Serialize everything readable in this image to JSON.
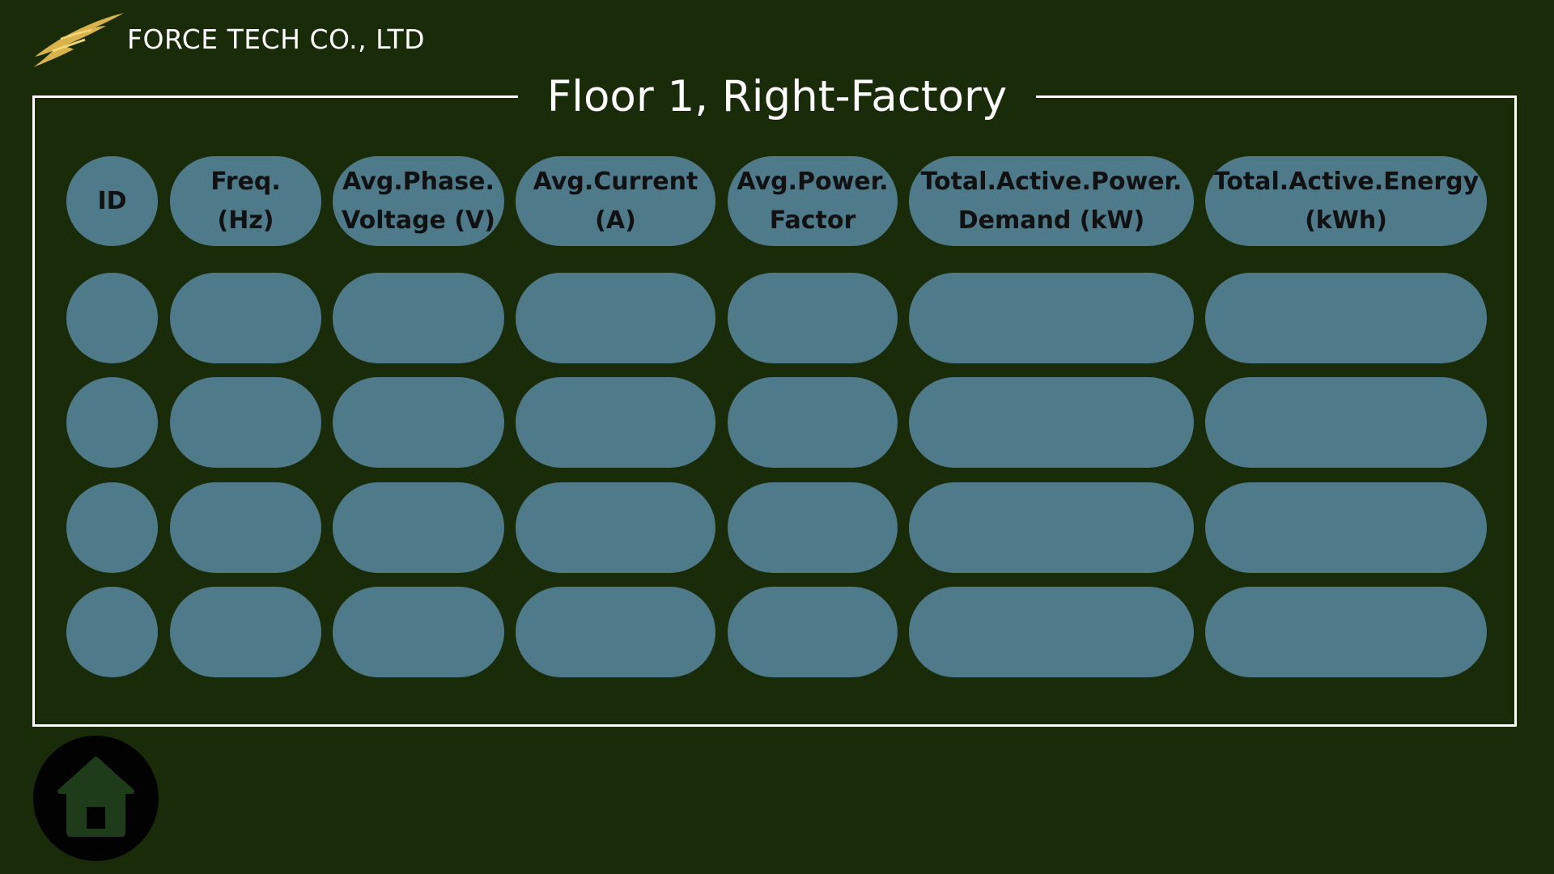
{
  "header": {
    "company_name": "FORCE TECH CO., LTD",
    "logo_icon": "golden-eagle-logo",
    "logo_color": "#d8b24a"
  },
  "panel": {
    "title": "Floor 1, Right-Factory"
  },
  "table": {
    "columns": [
      {
        "line1": "ID",
        "line2": ""
      },
      {
        "line1": "Freq.",
        "line2": "(Hz)"
      },
      {
        "line1": "Avg.Phase.",
        "line2": "Voltage (V)"
      },
      {
        "line1": "Avg.Current",
        "line2": "(A)"
      },
      {
        "line1": "Avg.Power.",
        "line2": "Factor"
      },
      {
        "line1": "Total.Active.Power.",
        "line2": "Demand (kW)"
      },
      {
        "line1": "Total.Active.Energy",
        "line2": "(kWh)"
      }
    ],
    "rows": [
      [
        "",
        "",
        "",
        "",
        "",
        "",
        ""
      ],
      [
        "",
        "",
        "",
        "",
        "",
        "",
        ""
      ],
      [
        "",
        "",
        "",
        "",
        "",
        "",
        ""
      ],
      [
        "",
        "",
        "",
        "",
        "",
        "",
        ""
      ]
    ]
  },
  "nav": {
    "home_icon": "home-icon"
  },
  "colors": {
    "background": "#192b09",
    "cell": "#4e7a8a",
    "border": "#ffffff",
    "home_button": "#020202",
    "home_glyph": "#1f3c1a"
  }
}
